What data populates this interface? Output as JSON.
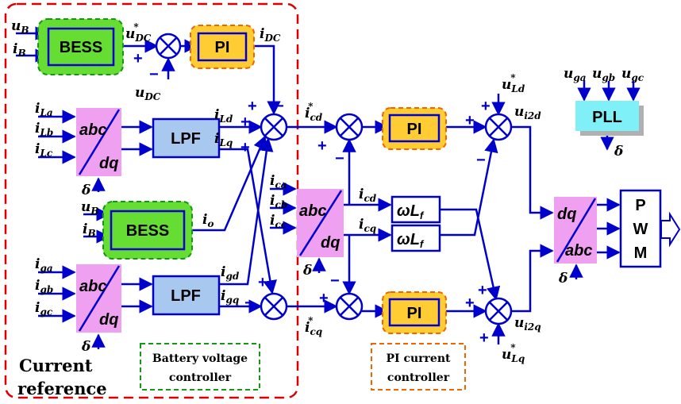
{
  "blocks": {
    "bess": "BESS",
    "pi": "PI",
    "lpf": "LPF",
    "pll": "PLL",
    "pwm": [
      "P",
      "W",
      "M"
    ],
    "abc": "abc",
    "dq": "dq",
    "wl": "ωL",
    "wl_sub": "f"
  },
  "signals": {
    "uB": "u",
    "uB_sub": "B",
    "iB": "i",
    "iB_sub": "B",
    "uDC_star": "u",
    "uDC_star_sub": "DC",
    "star": "*",
    "iDC": "i",
    "iDC_sub": "DC",
    "uDC": "u",
    "uDC_sub": "DC",
    "iLa": "i",
    "iLa_sub": "La",
    "iLb": "i",
    "iLb_sub": "Lb",
    "iLc": "i",
    "iLc_sub": "Lc",
    "iLd": "i",
    "iLd_sub": "Ld",
    "iLq": "i",
    "iLq_sub": "Lq",
    "io": "i",
    "io_sub": "o",
    "iga": "i",
    "iga_sub": "ga",
    "igb": "i",
    "igb_sub": "gb",
    "igc": "i",
    "igc_sub": "gc",
    "igd": "i",
    "igd_sub": "gd",
    "igq": "i",
    "igq_sub": "gq",
    "delta": "δ",
    "icd_star": "i",
    "icd_star_sub": "cd",
    "icq_star": "i",
    "icq_star_sub": "cq",
    "ica": "i",
    "ica_sub": "ca",
    "icb": "i",
    "icb_sub": "cb",
    "icc": "i",
    "icc_sub": "cc",
    "icd": "i",
    "icd_sub": "cd",
    "icq": "i",
    "icq_sub": "cq",
    "uLd_star": "u",
    "uLd_star_sub": "Ld",
    "uLq_star": "u",
    "uLq_star_sub": "Lq",
    "ui2d": "u",
    "ui2d_sub": "i2d",
    "ui2q": "u",
    "ui2q_sub": "i2q",
    "uga": "u",
    "uga_sub": "ga",
    "ugb": "u",
    "ugb_sub": "gb",
    "ugc": "u",
    "ugc_sub": "gc",
    "plus": "+",
    "minus": "−"
  },
  "annotations": {
    "current_reference": [
      "Current",
      "reference"
    ],
    "battery_voltage_controller": [
      "Battery voltage",
      "controller"
    ],
    "pi_current_controller": [
      "PI current",
      "controller"
    ]
  },
  "colors": {
    "wire": "#0000cc",
    "bess_fill": "#66dd33",
    "pi_fill": "#ffcc33",
    "transform_fill": "#f0a0f0",
    "lpf_fill": "#a8c8f0",
    "pll_fill": "#7ff0f8",
    "ref_border": "#dd0000",
    "battery_border": "#119911",
    "pi_border": "#ee6600"
  }
}
